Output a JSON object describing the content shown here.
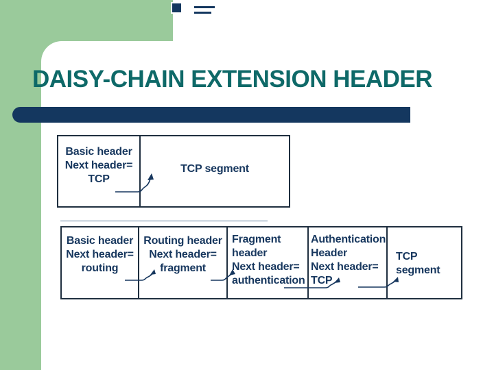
{
  "slide": {
    "title": "DAISY-CHAIN EXTENSION HEADER",
    "colors": {
      "green": "#9ACA9B",
      "navy": "#14375F",
      "teal": "#0E6968",
      "box_text": "#17375E",
      "box_border": "#1F2F3F"
    }
  },
  "diagram_single": {
    "header_cell": {
      "line1": "Basic header",
      "line2": "Next header=",
      "line3": "TCP"
    },
    "payload_cell": {
      "line1": "TCP segment"
    }
  },
  "diagram_chain": {
    "cells": [
      {
        "line1": "Basic header",
        "line2": "Next header=",
        "line3": "routing"
      },
      {
        "line1": "Routing header",
        "line2": "Next header=",
        "line3": "fragment"
      },
      {
        "line1": "Fragment",
        "line2": "header",
        "line3": "Next header=",
        "line4": "authentication"
      },
      {
        "line1": "Authentication",
        "line2": "Header",
        "line3": "Next header=",
        "line4": "TCP"
      },
      {
        "line1": "TCP",
        "line2": "segment"
      }
    ]
  }
}
